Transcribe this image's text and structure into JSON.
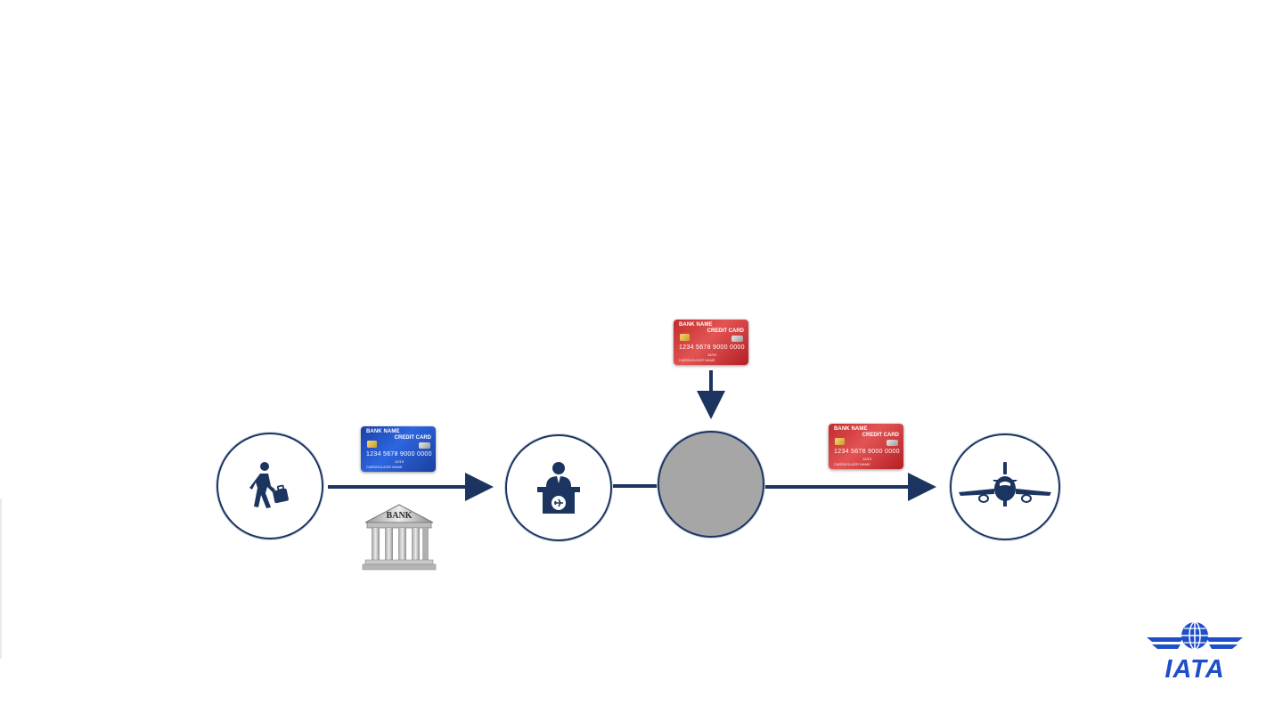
{
  "diagram": {
    "nodes": [
      {
        "id": "traveler",
        "icon": "traveler-with-luggage-icon",
        "fill": "#ffffff"
      },
      {
        "id": "agent",
        "icon": "check-in-agent-icon",
        "fill": "#ffffff"
      },
      {
        "id": "middle",
        "icon": "",
        "fill": "#a6a6a6"
      },
      {
        "id": "airline",
        "icon": "airplane-icon",
        "fill": "#ffffff"
      }
    ],
    "cards": [
      {
        "id": "blue",
        "color": "#2d66e0",
        "bank_name": "BANK NAME",
        "type": "CREDIT CARD",
        "number": "1234  5678  9000  0000",
        "valid": "12/19",
        "holder": "CARDHOLDER NAME"
      },
      {
        "id": "red-top",
        "color": "#d93a3a",
        "bank_name": "BANK NAME",
        "type": "CREDIT CARD",
        "number": "1234  5678  9000  0000",
        "valid": "12/19",
        "holder": "CARDHOLDER NAME"
      },
      {
        "id": "red-right",
        "color": "#d93a3a",
        "bank_name": "BANK NAME",
        "type": "CREDIT CARD",
        "number": "1234  5678  9000  0000",
        "valid": "12/19",
        "holder": "CARDHOLDER NAME"
      }
    ],
    "bank_label": "BANK",
    "arrow_color": "#1c3560"
  },
  "logo": {
    "text": "IATA",
    "color": "#1f4fc8"
  }
}
